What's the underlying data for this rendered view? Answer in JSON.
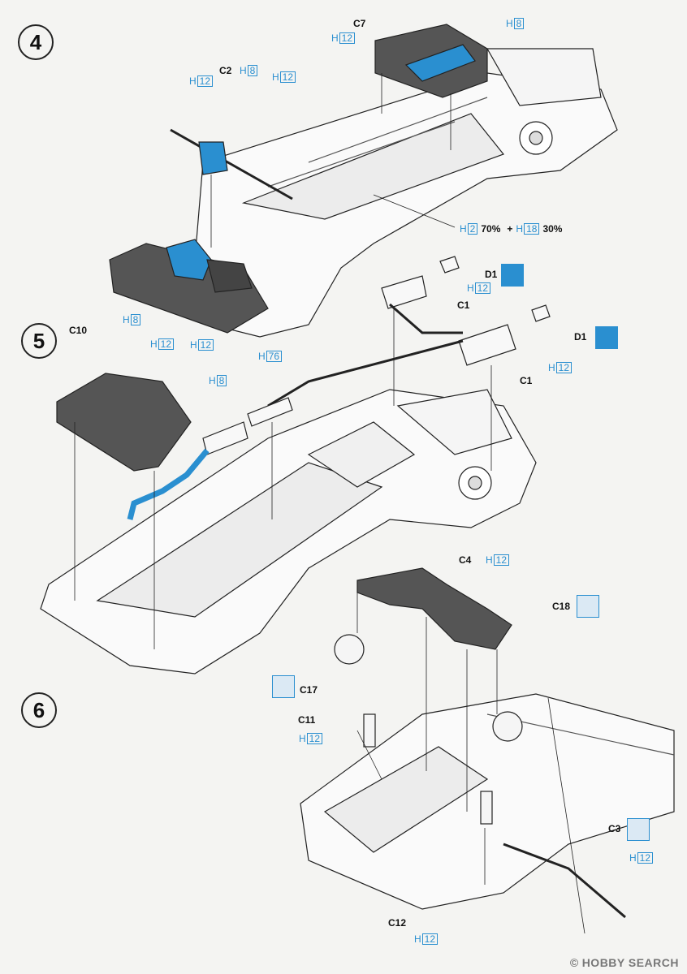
{
  "steps": {
    "step4": "4",
    "step5": "5",
    "step6": "6"
  },
  "step4": {
    "c7": "C7",
    "h8_top": {
      "h": "H",
      "n": "8"
    },
    "h12_top": {
      "h": "H",
      "n": "12"
    },
    "c2": "C2",
    "h12_left": {
      "h": "H",
      "n": "12"
    },
    "h8_mid": {
      "h": "H",
      "n": "8"
    },
    "h12_mid": {
      "h": "H",
      "n": "12"
    },
    "mix": {
      "a": "2",
      "a_pct": "70%",
      "plus": "+",
      "b": "18",
      "b_pct": "30%",
      "h": "H"
    },
    "h8_bottom": {
      "h": "H",
      "n": "8"
    },
    "h12_bottom": {
      "h": "H",
      "n": "12"
    }
  },
  "step5": {
    "c10": "C10",
    "h12_c10": {
      "h": "H",
      "n": "12"
    },
    "h76": {
      "h": "H",
      "n": "76"
    },
    "h8_pipe": {
      "h": "H",
      "n": "8"
    },
    "d1_top": "D1",
    "h12_d1_top": {
      "h": "H",
      "n": "12"
    },
    "c1_top": "C1",
    "d1_right": "D1",
    "c1_right": "C1",
    "h12_d1_right": {
      "h": "H",
      "n": "12"
    }
  },
  "step6": {
    "c4": "C4",
    "h12_c4": {
      "h": "H",
      "n": "12"
    },
    "c18": "C18",
    "c17": "C17",
    "c11": "C11",
    "h12_c11": {
      "h": "H",
      "n": "12"
    },
    "c3": "C3",
    "h12_c3": {
      "h": "H",
      "n": "12"
    },
    "c12": "C12",
    "h12_c12": {
      "h": "H",
      "n": "12"
    }
  },
  "watermark": {
    "text": "HOBBY SEARCH",
    "symbol": "©"
  },
  "colors": {
    "highlight": "#2a8fd0",
    "part_fill": "#4a4a4a",
    "outline": "#222222"
  },
  "icons": [
    "cement-icon",
    "no-cement-icon"
  ]
}
